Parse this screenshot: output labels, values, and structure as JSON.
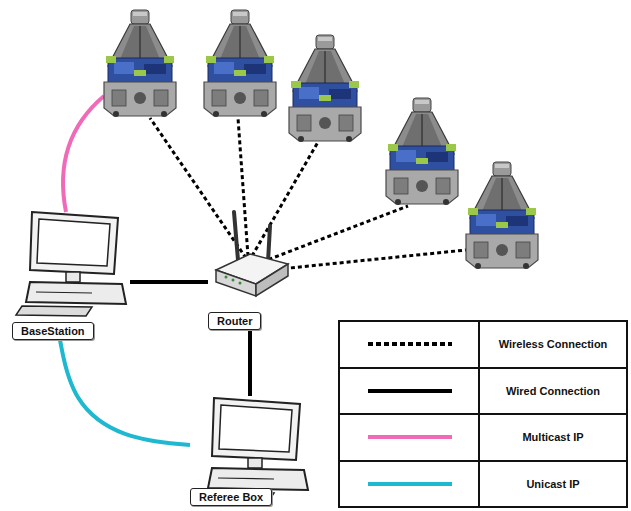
{
  "diagram": {
    "nodes": [
      {
        "text": [
          "BaseStation"
        ]
      },
      {
        "text": [
          "Router"
        ]
      },
      {
        "text": [
          "Referee Box"
        ]
      }
    ],
    "edges": [
      {
        "from": 0,
        "to": 1,
        "arrow": "none"
      },
      {
        "from": 1,
        "to": 2,
        "arrow": "none"
      },
      {
        "from": 0,
        "to": 2,
        "arrow": "none"
      }
    ],
    "legend": [
      {
        "text": "Wireless Connection"
      },
      {
        "text": "Wired Connection"
      },
      {
        "text": "Multicast IP"
      },
      {
        "text": "Unicast IP"
      }
    ]
  }
}
